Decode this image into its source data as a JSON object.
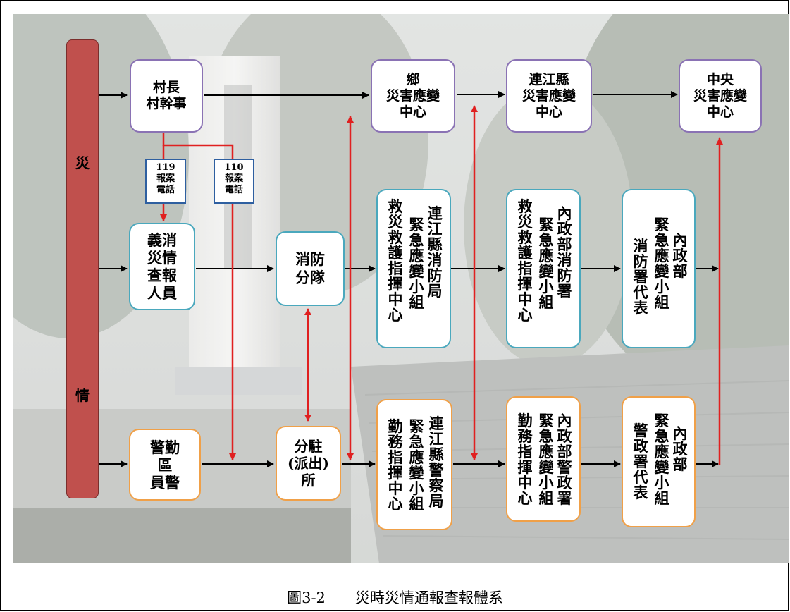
{
  "left_bar": {
    "top_char": "災",
    "bottom_char": "情"
  },
  "boxes": {
    "village": "村長\n村幹事",
    "township_center": "鄉\n災害應變\n中心",
    "county_center": "連江縣\n災害應變\n中心",
    "central_center": "中央\n災害應變\n中心",
    "volunteer": "義消\n災情\n查報\n人員",
    "fire_squad": "消防\n分隊",
    "police_officer": "警勤\n區\n員警",
    "police_post": "分駐\n(派出)\n所"
  },
  "vertical_boxes": {
    "county_fire": [
      "連江縣消防局",
      "緊急應變小組",
      "救災救護指揮中心"
    ],
    "moi_fire": [
      "內政部消防署",
      "緊急應變小組",
      "救災救護指揮中心"
    ],
    "moi_fire_rep": [
      "內政部",
      "緊急應變小組",
      "消防署代表"
    ],
    "county_police": [
      "連江縣警察局",
      "緊急應變小組",
      "勤務指揮中心"
    ],
    "moi_police": [
      "內政部警政署",
      "緊急應變小組",
      "勤務指揮中心"
    ],
    "moi_police_rep": [
      "內政部",
      "緊急應變小組",
      "警政署代表"
    ]
  },
  "tags": {
    "t119": "119\n報案\n電話",
    "t110": "110\n報案\n電話"
  },
  "caption": "圖3-2　　災時災情通報查報體系",
  "colors": {
    "red_line": "#e02020",
    "purple": "#8a72b4",
    "teal": "#4aa8bd",
    "orange": "#f0a048",
    "bar": "#c0504d"
  }
}
